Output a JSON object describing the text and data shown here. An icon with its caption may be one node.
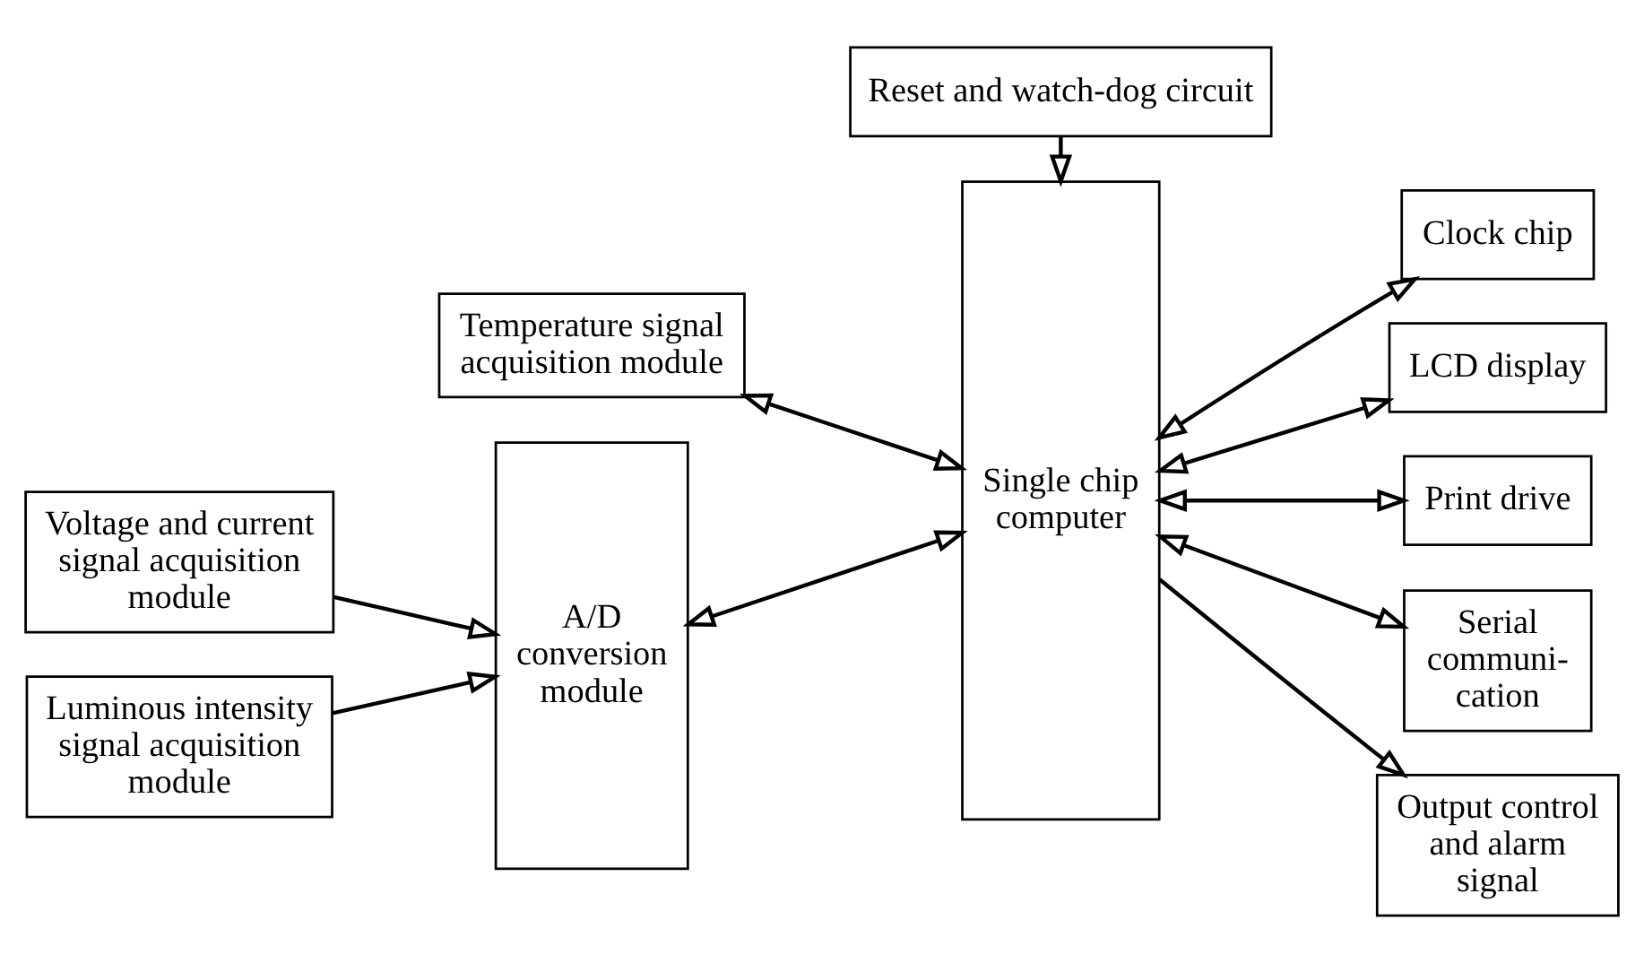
{
  "diagram": {
    "nodes": [
      {
        "text": [
          "Reset and watch-dog circuit"
        ]
      },
      {
        "text": [
          "Voltage and current signal acquisition module"
        ]
      },
      {
        "text": [
          "Luminous intensity signal acquisition module"
        ]
      },
      {
        "text": [
          "Temperature signal acquisition module"
        ]
      },
      {
        "text": [
          "A/D conversion module"
        ]
      },
      {
        "text": [
          "Single chip computer"
        ]
      },
      {
        "text": [
          "Clock chip"
        ]
      },
      {
        "text": [
          "LCD display"
        ]
      },
      {
        "text": [
          "Print drive"
        ]
      },
      {
        "text": [
          "Serial communi- cation"
        ]
      },
      {
        "text": [
          "Output control and alarm signal"
        ]
      }
    ],
    "edges": [
      {
        "from": 0,
        "to": 5,
        "arrow": "to"
      },
      {
        "from": 1,
        "to": 4,
        "arrow": "to"
      },
      {
        "from": 2,
        "to": 4,
        "arrow": "to"
      },
      {
        "from": 4,
        "to": 5,
        "arrow": "both"
      },
      {
        "from": 3,
        "to": 5,
        "arrow": "both"
      },
      {
        "from": 5,
        "to": 6,
        "arrow": "both"
      },
      {
        "from": 5,
        "to": 7,
        "arrow": "both"
      },
      {
        "from": 5,
        "to": 8,
        "arrow": "both"
      },
      {
        "from": 5,
        "to": 9,
        "arrow": "both"
      },
      {
        "from": 5,
        "to": 10,
        "arrow": "to"
      }
    ]
  }
}
